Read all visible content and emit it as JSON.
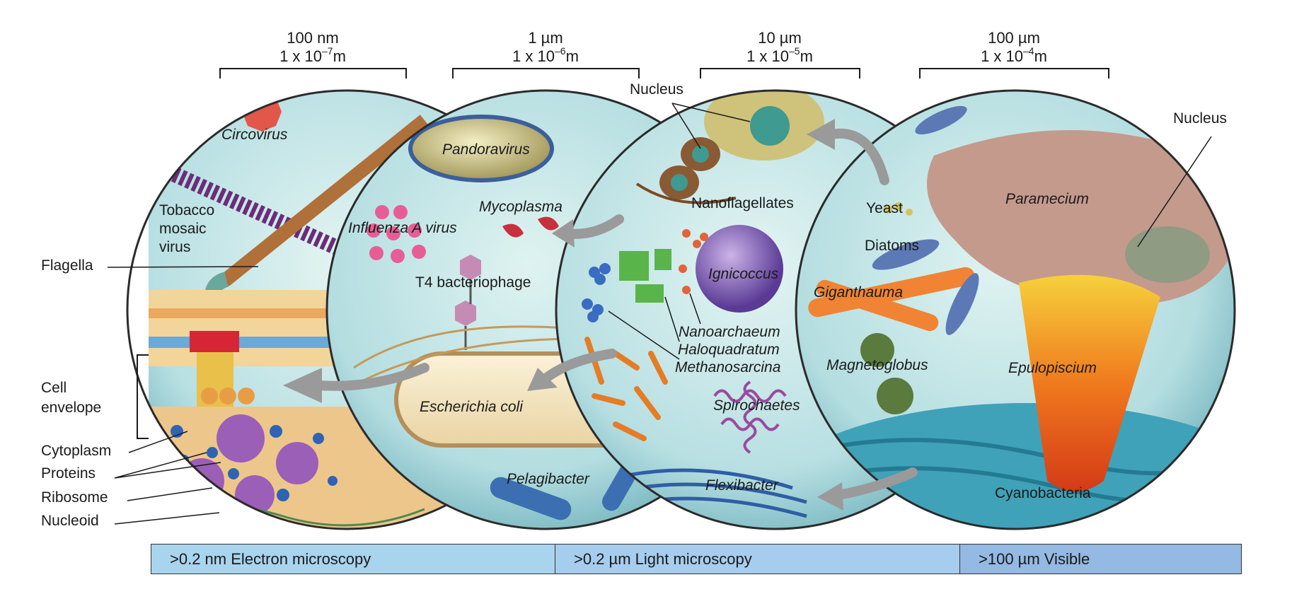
{
  "scales": [
    {
      "top": "100 nm",
      "bottom_base": "1 x 10",
      "exponent": "–7",
      "unit": "m"
    },
    {
      "top": "1 µm",
      "bottom_base": "1 x 10",
      "exponent": "–6",
      "unit": "m"
    },
    {
      "top": "10 µm",
      "bottom_base": "1 x 10",
      "exponent": "–5",
      "unit": "m"
    },
    {
      "top": "100 µm",
      "bottom_base": "1 x 10",
      "exponent": "–4",
      "unit": "m"
    }
  ],
  "left_labels": {
    "flagella": "Flagella",
    "cell": "Cell",
    "envelope": "envelope",
    "cytoplasm": "Cytoplasm",
    "proteins": "Proteins",
    "ribosome": "Ribosome",
    "nucleoid": "Nucleoid"
  },
  "circle1": {
    "circovirus": "Circovirus",
    "tobacco_1": "Tobacco",
    "tobacco_2": "mosaic",
    "tobacco_3": "virus"
  },
  "circle2": {
    "pandoravirus": "Pandoravirus",
    "mycoplasma": "Mycoplasma",
    "influenza": "Influenza A virus",
    "t4": "T4 bacteriophage",
    "ecoli": "Escherichia coli",
    "pelagibacter": "Pelagibacter"
  },
  "circle3": {
    "nucleus": "Nucleus",
    "nanoflagellates": "Nanoflagellates",
    "ignicoccus": "Ignicoccus",
    "nanoarchaeum": "Nanoarchaeum",
    "haloquadratum": "Haloquadratum",
    "methanosarcina": "Methanosarcina",
    "spirochaetes": "Spirochaetes",
    "flexibacter": "Flexibacter"
  },
  "circle4": {
    "nucleus": "Nucleus",
    "yeast": "Yeast",
    "diatoms": "Diatoms",
    "paramecium": "Paramecium",
    "giganthauma": "Giganthauma",
    "magnetoglobus": "Magnetoglobus",
    "epulopiscium": "Epulopiscium",
    "cyanobacteria": "Cyanobacteria"
  },
  "microscopy_bar": [
    {
      "label": ">0.2 nm Electron microscopy",
      "color": "#a9d4ee"
    },
    {
      "label": ">0.2 µm Light microscopy",
      "color": "#a7cdee"
    },
    {
      "label": ">100 µm Visible",
      "color": "#94b9e3"
    }
  ],
  "colors": {
    "water": "#bfe2e6",
    "water_dark": "#7fbcc4",
    "rim": "#2b2b2b",
    "arrow": "#9a9a9a"
  }
}
